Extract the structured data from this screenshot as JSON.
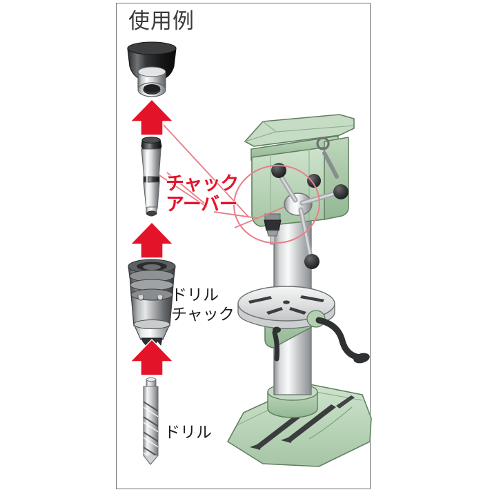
{
  "panel": {
    "title": "使用例"
  },
  "labels": {
    "chuck_arbor": {
      "line1": "チャック",
      "line2": "アーバー"
    },
    "drill_chuck": {
      "line1": "ドリル",
      "line2": "チャック"
    },
    "drill": {
      "line1": "ドリル"
    }
  },
  "parts": {
    "spindle": "drill-press-spindle-socket",
    "arbor": "chuck-arbor",
    "chuck": "drill-chuck",
    "bit": "twist-drill-bit",
    "machine": "bench-drill-press"
  },
  "arrows": [
    {
      "name": "arrow-arbor-to-spindle",
      "direction": "up"
    },
    {
      "name": "arrow-chuck-to-arbor",
      "direction": "up"
    },
    {
      "name": "arrow-drill-to-chuck",
      "direction": "up"
    }
  ],
  "colors": {
    "accent_red": "#e3142a",
    "leader_red": "#e8808a",
    "machine_green": "#b9d4b8",
    "machine_green_dark": "#8fb58e",
    "metal_light": "#f2f2f2",
    "metal_mid": "#b9bcbd",
    "metal_dark": "#4a4c4e",
    "near_black": "#2b2b2b",
    "border_gray": "#6e6e6e",
    "title_gray": "#3a3a3a"
  }
}
